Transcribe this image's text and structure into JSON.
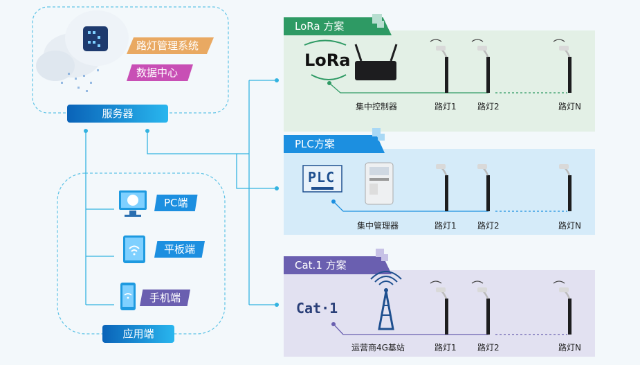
{
  "server": {
    "tag_system": "路灯管理系统",
    "tag_data": "数据中心",
    "label": "服务器"
  },
  "apps": {
    "pc": "PC端",
    "tablet": "平板端",
    "phone": "手机端",
    "label": "应用端"
  },
  "schemes": [
    {
      "title": "LoRa 方案",
      "logo": "LoRa",
      "controller": "集中控制器",
      "lamp1": "路灯1",
      "lamp2": "路灯2",
      "lampN": "路灯N",
      "accent": "#2e9a64"
    },
    {
      "title": "PLC方案",
      "logo": "PLC",
      "controller": "集中管理器",
      "lamp1": "路灯1",
      "lamp2": "路灯2",
      "lampN": "路灯N",
      "accent": "#1c8fe0"
    },
    {
      "title": "Cat.1 方案",
      "logo": "Cat·1",
      "controller": "运营商4G基站",
      "lamp1": "路灯1",
      "lamp2": "路灯2",
      "lampN": "路灯N",
      "accent": "#6a5fb0"
    }
  ],
  "icons": [
    "cloud-icon",
    "monitor-icon",
    "tablet-icon",
    "phone-icon",
    "router-icon",
    "meter-icon",
    "tower-icon",
    "streetlight-icon",
    "wifi-icon"
  ]
}
